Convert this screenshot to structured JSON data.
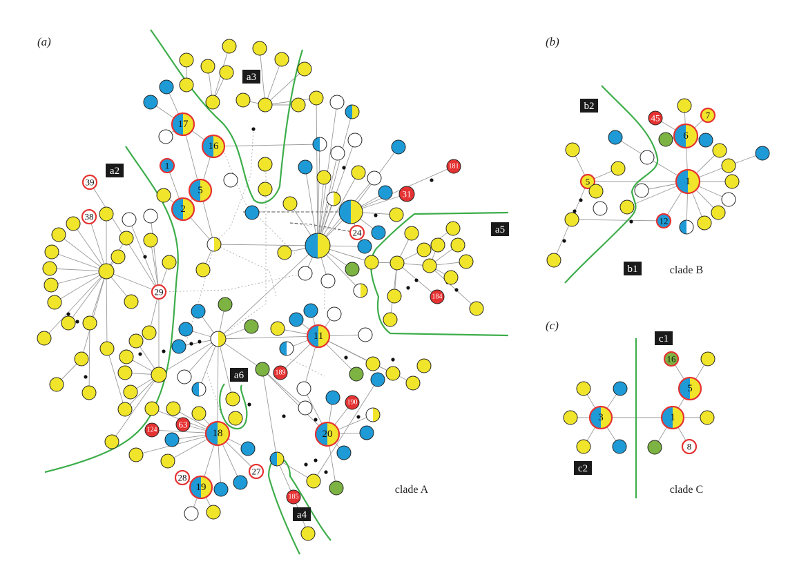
{
  "panels": [
    {
      "id": "a",
      "label": "(a)"
    },
    {
      "id": "b",
      "label": "(b)"
    },
    {
      "id": "c",
      "label": "(c)"
    }
  ],
  "clades": [
    {
      "id": "A",
      "label": "clade A"
    },
    {
      "id": "B",
      "label": "clade B"
    },
    {
      "id": "C",
      "label": "clade C"
    }
  ],
  "subclades": [
    {
      "id": "a2",
      "label": "a2"
    },
    {
      "id": "a3",
      "label": "a3"
    },
    {
      "id": "a4",
      "label": "a4"
    },
    {
      "id": "a5",
      "label": "a5"
    },
    {
      "id": "a6",
      "label": "a6"
    },
    {
      "id": "b1",
      "label": "b1"
    },
    {
      "id": "b2",
      "label": "b2"
    },
    {
      "id": "c1",
      "label": "c1"
    },
    {
      "id": "c2",
      "label": "c2"
    }
  ],
  "colors": {
    "yellow": "#f0e52a",
    "blue": "#1e9ad6",
    "red": "#e53232",
    "green": "#7cb342",
    "white": "#ffffff",
    "boundary": "#3dad4a",
    "edge": "#999999",
    "ring": "#e53232",
    "tag_bg": "#1a1a1a"
  },
  "labeled_nodes": [
    {
      "key": "17",
      "label": "17"
    },
    {
      "key": "16a",
      "label": "16"
    },
    {
      "key": "1a",
      "label": "1"
    },
    {
      "key": "5a",
      "label": "5"
    },
    {
      "key": "2",
      "label": "2"
    },
    {
      "key": "39",
      "label": "39"
    },
    {
      "key": "38",
      "label": "38"
    },
    {
      "key": "29",
      "label": "29"
    },
    {
      "key": "181",
      "label": "181"
    },
    {
      "key": "31",
      "label": "31"
    },
    {
      "key": "24",
      "label": "24"
    },
    {
      "key": "184",
      "label": "184"
    },
    {
      "key": "11",
      "label": "11"
    },
    {
      "key": "189",
      "label": "189"
    },
    {
      "key": "190",
      "label": "190"
    },
    {
      "key": "20",
      "label": "20"
    },
    {
      "key": "63",
      "label": "63"
    },
    {
      "key": "124",
      "label": "124"
    },
    {
      "key": "18",
      "label": "18"
    },
    {
      "key": "27",
      "label": "27"
    },
    {
      "key": "28",
      "label": "28"
    },
    {
      "key": "19",
      "label": "19"
    },
    {
      "key": "185",
      "label": "185"
    },
    {
      "key": "45",
      "label": "45"
    },
    {
      "key": "6",
      "label": "6"
    },
    {
      "key": "7",
      "label": "7"
    },
    {
      "key": "1b",
      "label": "1"
    },
    {
      "key": "5b",
      "label": "5"
    },
    {
      "key": "12",
      "label": "12"
    },
    {
      "key": "16c",
      "label": "16"
    },
    {
      "key": "5c",
      "label": "5"
    },
    {
      "key": "3",
      "label": "3"
    },
    {
      "key": "1c",
      "label": "1"
    },
    {
      "key": "8",
      "label": "8"
    }
  ]
}
